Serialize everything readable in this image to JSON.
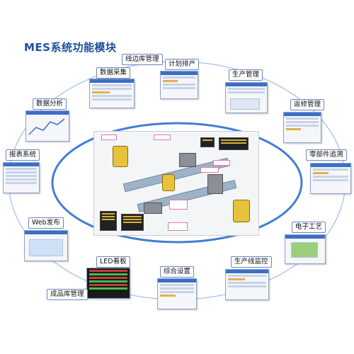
{
  "title": "MES系统功能模块",
  "modules": {
    "line_side": "线边库管理",
    "data_collect": "数据采集",
    "schedule": "计划排产",
    "production": "生产管理",
    "data_analysis": "数据分析",
    "repair": "返修管理",
    "report": "报表系统",
    "parts_trace": "零部件追溯",
    "web_publish": "Web发布",
    "e_process": "电子工艺",
    "led_board": "LED看板",
    "config": "综合设置",
    "line_monitor": "生产线监控",
    "finished_goods": "成品库管理"
  },
  "colors": {
    "ring": "#2f6fd0",
    "title": "#1f4e9a",
    "label_border": "#6a86c2"
  }
}
